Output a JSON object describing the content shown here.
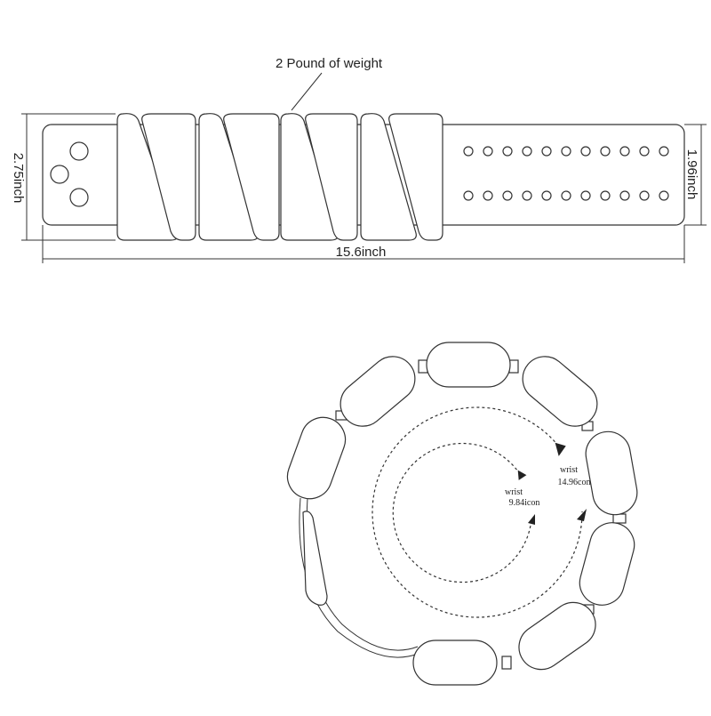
{
  "diagram": {
    "weight_label": "2 Pound of weight",
    "height_left_label": "2.75inch",
    "height_right_label": "1.96inch",
    "length_label": "15.6inch",
    "inner_wrist_label_line1": "wrist",
    "inner_wrist_label_line2": "9.84icon",
    "outer_wrist_label_line1": "wrist",
    "outer_wrist_label_line2": "14.96con"
  },
  "colors": {
    "stroke": "#333333",
    "background": "#ffffff"
  }
}
